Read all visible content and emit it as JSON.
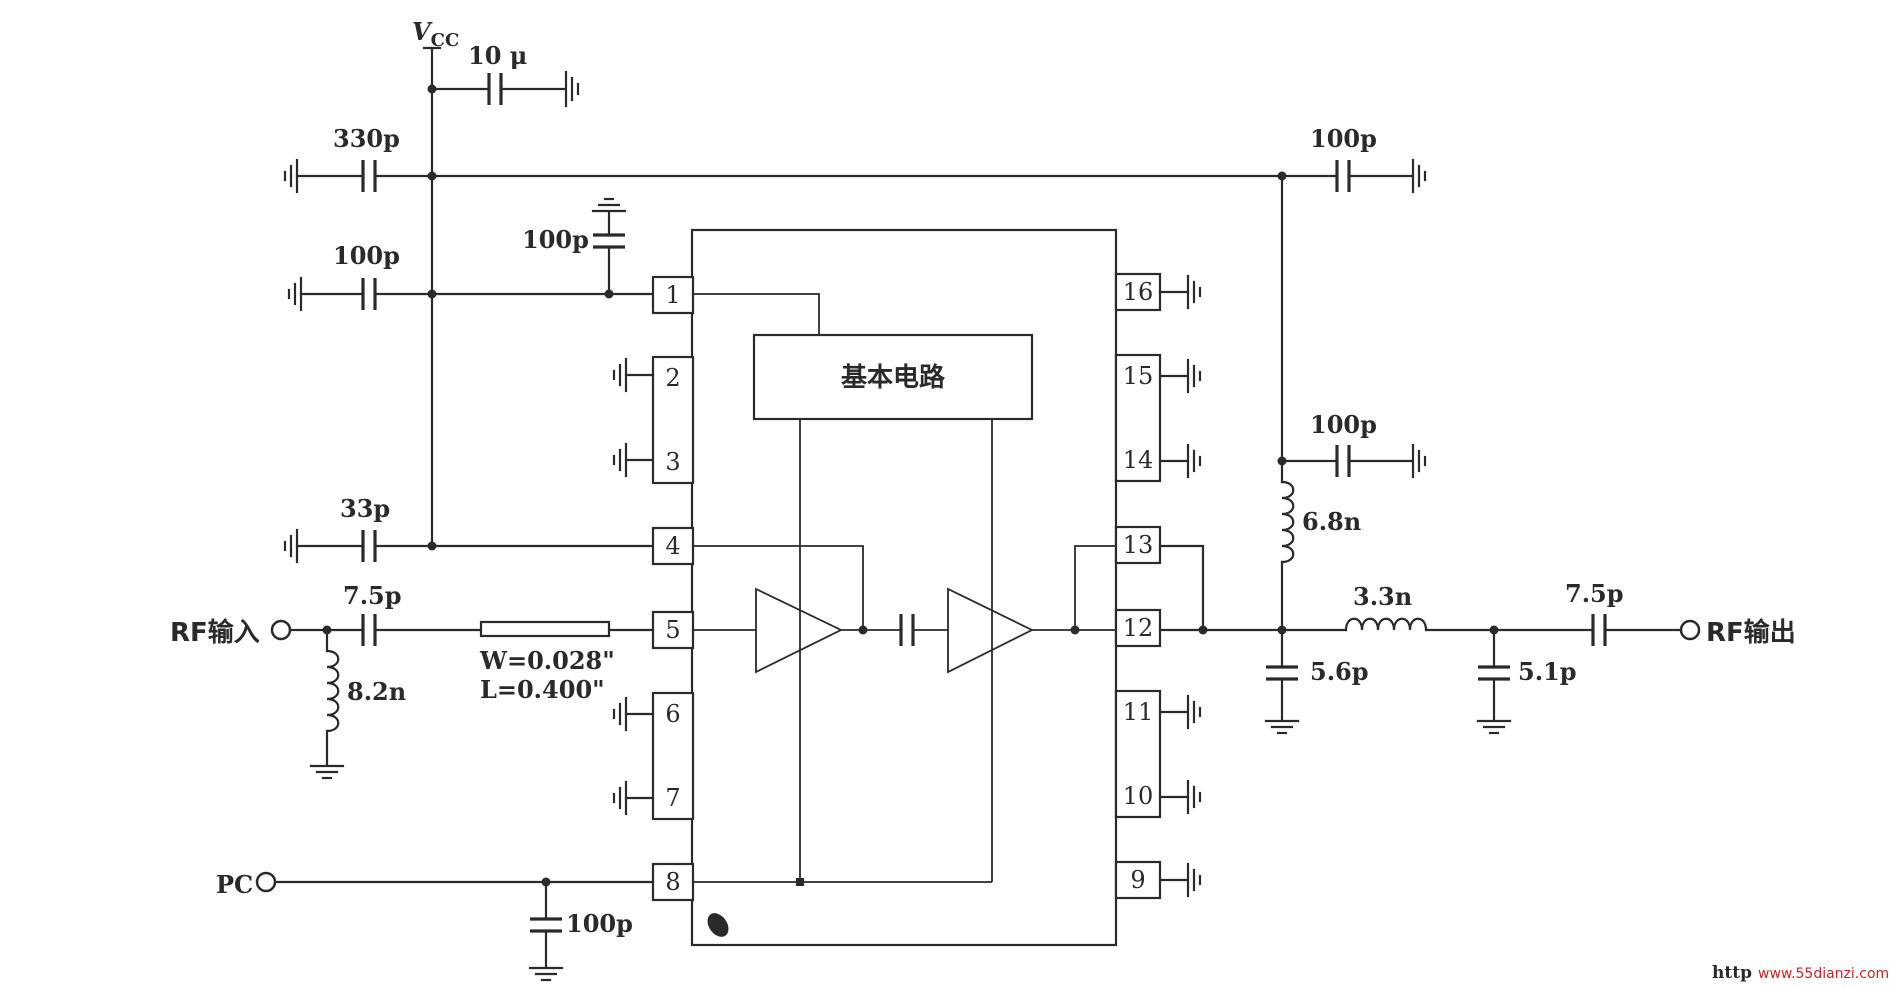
{
  "supply": {
    "symbol": "V",
    "subscript": "CC"
  },
  "ic": {
    "block_label": "基本电路",
    "left_pins": [
      "1",
      "2",
      "3",
      "4",
      "5",
      "6",
      "7",
      "8"
    ],
    "right_pins": [
      "16",
      "15",
      "14",
      "13",
      "12",
      "11",
      "10",
      "9"
    ]
  },
  "components": {
    "vcc_bypass": "10 μ",
    "cap_330p": "330p",
    "cap_100p_left": "100p",
    "cap_100p_pin1": "100p",
    "cap_33p": "33p",
    "cap_in": "7.5p",
    "ind_in": "8.2n",
    "cap_100p_pc": "100p",
    "cap_100p_top_right": "100p",
    "cap_100p_mid_right": "100p",
    "ind_6_8n": "6.8n",
    "ind_3_3n": "3.3n",
    "cap_5_6p": "5.6p",
    "cap_5_1p": "5.1p",
    "cap_out": "7.5p"
  },
  "microstrip": {
    "width": "W=0.028\"",
    "length": "L=0.400\""
  },
  "ports": {
    "rf_in": "RF输入",
    "rf_out": "RF输出",
    "pc": "PC"
  },
  "watermark": {
    "prefix": "http",
    "site": "www.55dianzi.com"
  }
}
